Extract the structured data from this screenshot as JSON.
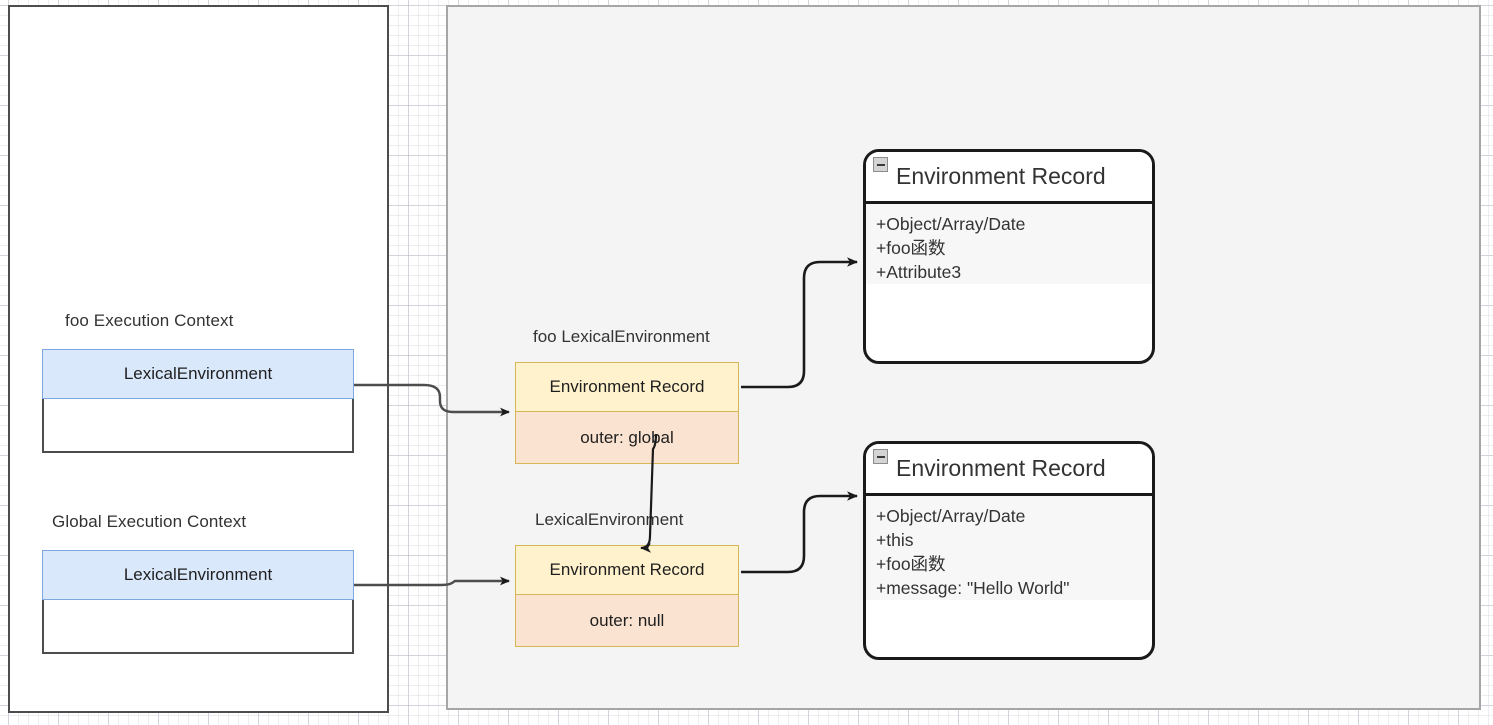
{
  "diagram": {
    "title": "JavaScript Lexical Environment Diagram",
    "colors": {
      "context_header_fill": "#dae8fc",
      "context_header_stroke": "#7ea6e0",
      "container_stroke": "#4d4d4d",
      "gray_panel_fill": "#f4f4f4",
      "gray_panel_stroke": "#a6a6a6",
      "lex_record_fill": "#fff2cc",
      "lex_outer_fill": "#fae3d0",
      "lex_stroke": "#d6b656",
      "uml_stroke": "#1a1a1a",
      "uml_body_fill": "#f7f7f7",
      "edge_stroke": "#4d4d4d",
      "edge_stroke_dark": "#1a1a1a"
    },
    "execution_contexts": [
      {
        "label": "foo Execution Context",
        "header": "LexicalEnvironment",
        "body": ""
      },
      {
        "label": "Global Execution Context",
        "header": "LexicalEnvironment",
        "body": ""
      }
    ],
    "lexical_environments": [
      {
        "label": "foo LexicalEnvironment",
        "record": "Environment Record",
        "outer": "outer: global"
      },
      {
        "label": "LexicalEnvironment",
        "record": "Environment Record",
        "outer": "outer: null"
      }
    ],
    "environment_records": [
      {
        "title": "Environment Record",
        "collapse_icon": "minus-icon",
        "attributes": [
          "+Object/Array/Date",
          "+foo函数",
          "+Attribute3"
        ]
      },
      {
        "title": "Environment Record",
        "collapse_icon": "minus-icon",
        "attributes": [
          "+Object/Array/Date",
          "+this",
          "+foo函数",
          "+message: \"Hello World\""
        ]
      }
    ]
  }
}
